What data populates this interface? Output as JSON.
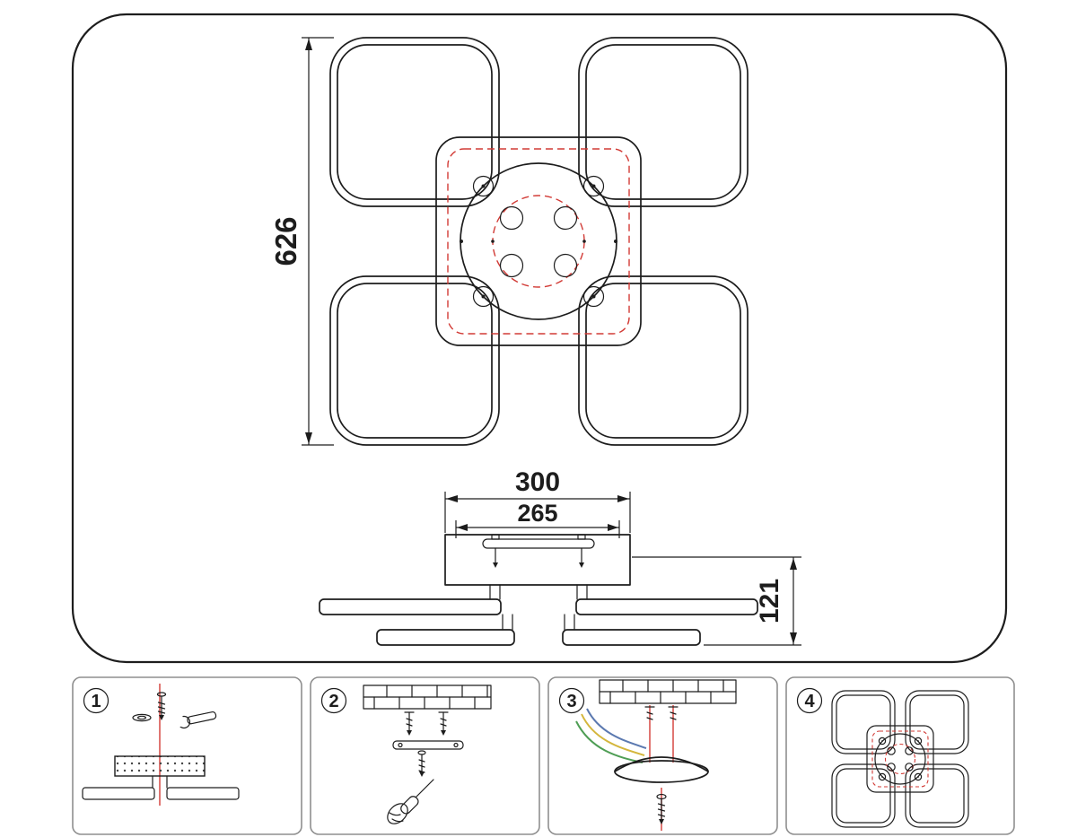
{
  "dimensions": {
    "overall_size": "626",
    "canopy_width": "300",
    "mount_spacing": "265",
    "fixture_height": "121"
  },
  "steps": [
    {
      "number": "1"
    },
    {
      "number": "2"
    },
    {
      "number": "3"
    },
    {
      "number": "4"
    }
  ],
  "colors": {
    "line": "#1d1d1d",
    "accent_red": "#d23b36",
    "panel_border": "#8f8f8f",
    "wire_yellow": "#d4b63c",
    "wire_green": "#4f9e55",
    "wire_blue": "#5b79b0"
  }
}
